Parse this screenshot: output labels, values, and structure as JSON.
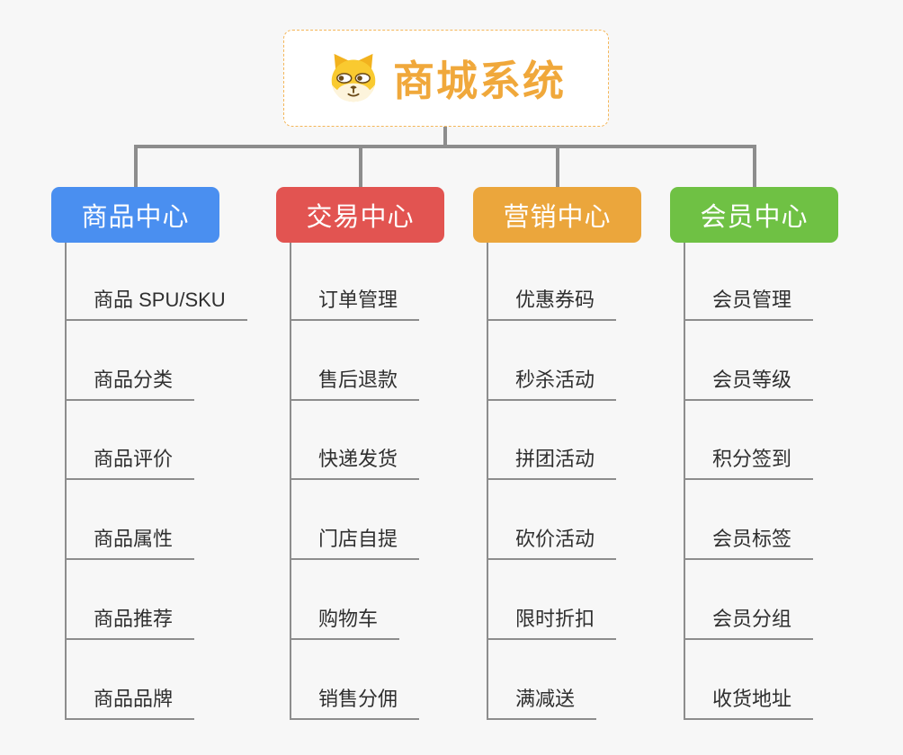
{
  "root": {
    "title": "商城系统",
    "icon": "shiba-dog-icon"
  },
  "branches": [
    {
      "label": "商品中心",
      "color": "#4a8ff0",
      "children": [
        "商品 SPU/SKU",
        "商品分类",
        "商品评价",
        "商品属性",
        "商品推荐",
        "商品品牌"
      ]
    },
    {
      "label": "交易中心",
      "color": "#e25451",
      "children": [
        "订单管理",
        "售后退款",
        "快递发货",
        "门店自提",
        "购物车",
        "销售分佣"
      ]
    },
    {
      "label": "营销中心",
      "color": "#eba63c",
      "children": [
        "优惠券码",
        "秒杀活动",
        "拼团活动",
        "砍价活动",
        "限时折扣",
        "满减送"
      ]
    },
    {
      "label": "会员中心",
      "color": "#6fc144",
      "children": [
        "会员管理",
        "会员等级",
        "积分签到",
        "会员标签",
        "会员分组",
        "收货地址"
      ]
    }
  ],
  "colors": {
    "background": "#f7f7f7",
    "connector": "#8d8d8d",
    "leaf_text": "#2f2f2f",
    "root_border": "#f4b659",
    "root_text": "#f0a83b"
  }
}
